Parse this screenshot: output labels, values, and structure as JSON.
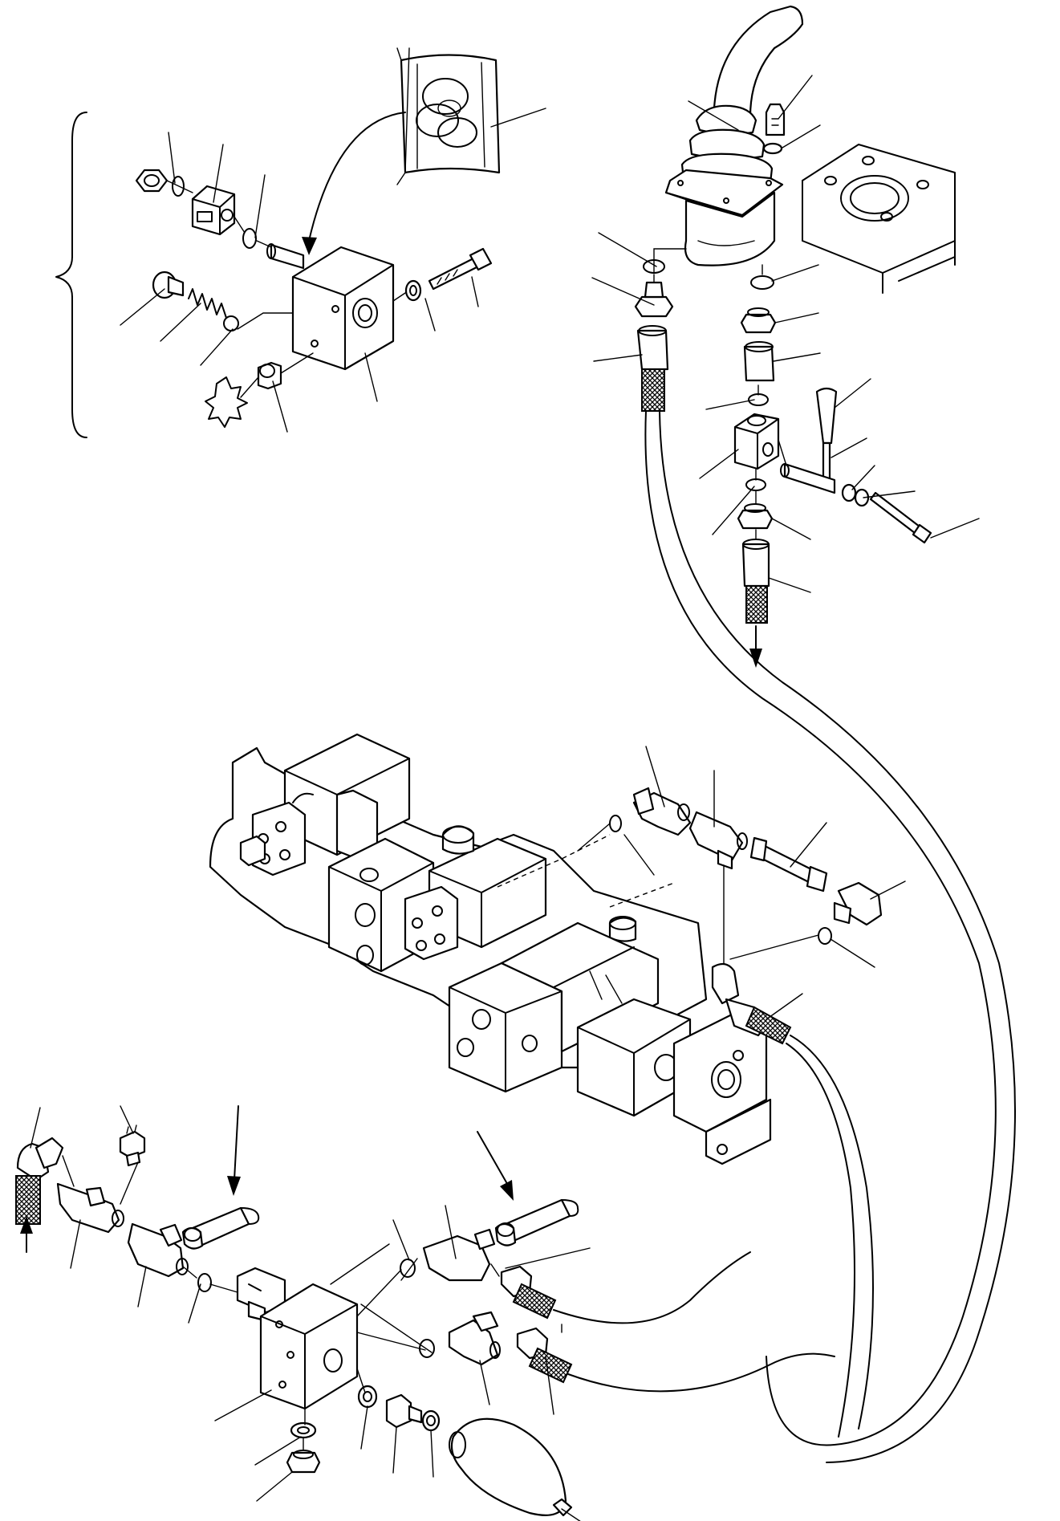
{
  "diagram": {
    "kind": "exploded parts illustration",
    "text_labels": [],
    "colors": {
      "ink": "#000000",
      "paper": "#ffffff"
    },
    "groups": [
      {
        "id": "detail-valve-assembly",
        "icon": "solenoid-valve-icon"
      },
      {
        "id": "joystick-assembly",
        "icon": "joystick-icon"
      },
      {
        "id": "control-valve-bank",
        "icon": "hydraulic-valve-bank-icon"
      },
      {
        "id": "accumulator-circuit",
        "icon": "accumulator-icon"
      }
    ]
  }
}
